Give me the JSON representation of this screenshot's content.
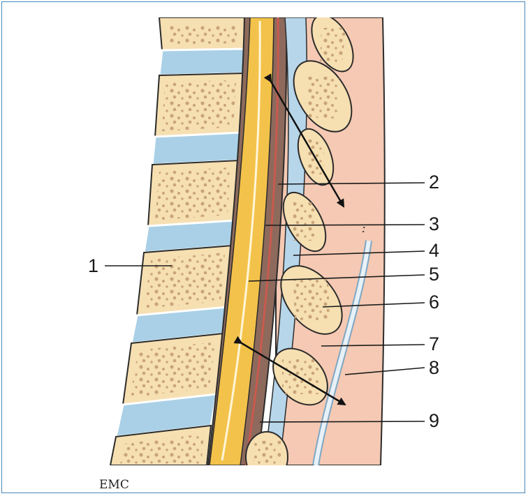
{
  "labels": {
    "l1": "1",
    "l2": "2",
    "l3": "3",
    "l4": "4",
    "l5": "5",
    "l6": "6",
    "l7": "7",
    "l8": "8",
    "l9": "9"
  },
  "watermark": "EMC",
  "colors": {
    "bone": "#f6dfb1",
    "disc": "#a9d0e6",
    "trabecula": "#c9a47a",
    "spinal_cord": "#f3c24a",
    "dura": "#8d6a5c",
    "muscle": "#f5c9b3",
    "ligament": "#b7d6ea",
    "outline": "#2b2b2b",
    "frame": "#4a86b8"
  }
}
